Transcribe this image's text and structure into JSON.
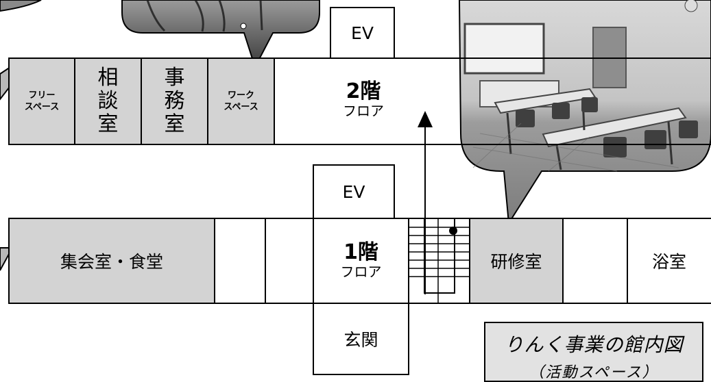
{
  "floor2": {
    "title": "2階",
    "subtitle": "フロア",
    "ev": "EV",
    "rooms": {
      "free_space": [
        "フリー",
        "スペース"
      ],
      "consultation": [
        "相",
        "談",
        "室"
      ],
      "office": [
        "事",
        "務",
        "室"
      ],
      "work_space": [
        "ワーク",
        "スペース"
      ]
    }
  },
  "floor1": {
    "title": "1階",
    "subtitle": "フロア",
    "ev": "EV",
    "rooms": {
      "assembly_dining": "集会室・食堂",
      "training_room": "研修室",
      "bathroom": "浴室",
      "entrance": "玄関"
    }
  },
  "legend": {
    "title": "りんく事業の館内図",
    "subtitle": "（活動スペース）"
  }
}
